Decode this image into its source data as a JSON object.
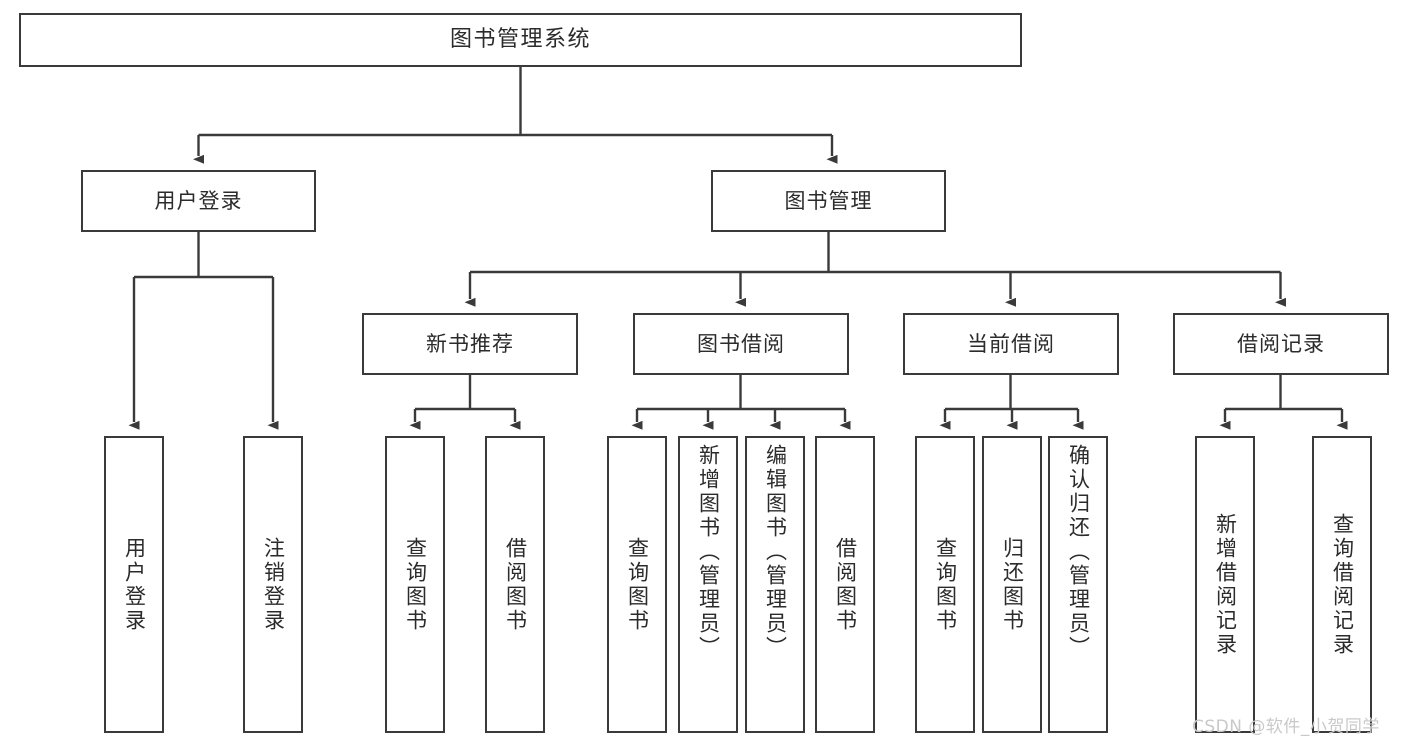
{
  "diagram": {
    "title": "图书管理系统",
    "type": "tree",
    "orientation": "top-down",
    "colors": {
      "box_border": "#3a3a3a",
      "box_fill": "#ffffff",
      "connector": "#3a3a3a",
      "text": "#2b2b2b",
      "watermark": "#c9c9c9",
      "background": "#ffffff"
    },
    "root": {
      "id": "root",
      "label": "图书管理系统"
    },
    "level2": [
      {
        "id": "user-login",
        "label": "用户登录"
      },
      {
        "id": "book-management",
        "label": "图书管理"
      }
    ],
    "level3": [
      {
        "id": "new-book-recommend",
        "label": "新书推荐"
      },
      {
        "id": "book-borrow",
        "label": "图书借阅"
      },
      {
        "id": "current-borrow",
        "label": "当前借阅"
      },
      {
        "id": "borrow-record",
        "label": "借阅记录"
      }
    ],
    "leaves": {
      "user-login": [
        {
          "id": "leaf-user-login",
          "label": "用户登录"
        },
        {
          "id": "leaf-logout-login",
          "label": "注销登录"
        }
      ],
      "new-book-recommend": [
        {
          "id": "leaf-query-book-1",
          "label": "查询图书"
        },
        {
          "id": "leaf-borrow-book-1",
          "label": "借阅图书"
        }
      ],
      "book-borrow": [
        {
          "id": "leaf-query-book-2",
          "label": "查询图书"
        },
        {
          "id": "leaf-add-book",
          "label": "新增图书（管理员）"
        },
        {
          "id": "leaf-edit-book",
          "label": "编辑图书（管理员）"
        },
        {
          "id": "leaf-borrow-book-2",
          "label": "借阅图书"
        }
      ],
      "current-borrow": [
        {
          "id": "leaf-query-book-3",
          "label": "查询图书"
        },
        {
          "id": "leaf-return-book",
          "label": "归还图书"
        },
        {
          "id": "leaf-confirm-return",
          "label": "确认归还（管理员）"
        }
      ],
      "borrow-record": [
        {
          "id": "leaf-add-record",
          "label": "新增借阅记录"
        },
        {
          "id": "leaf-query-record",
          "label": "查询借阅记录"
        }
      ]
    }
  },
  "watermark": {
    "text": "CSDN @软件_小贺同学"
  }
}
